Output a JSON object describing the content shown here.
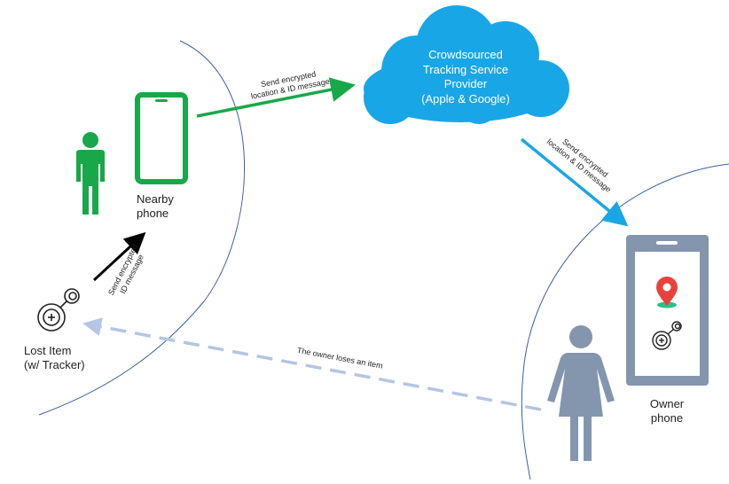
{
  "cloud": {
    "line1": "Crowdsourced",
    "line2": "Tracking Service",
    "line3": "Provider",
    "line4": "(Apple & Google)"
  },
  "nearby_phone": {
    "line1": "Nearby",
    "line2": "phone"
  },
  "lost_item": {
    "line1": "Lost Item",
    "line2": "(w/ Tracker)"
  },
  "owner_phone": {
    "line1": "Owner",
    "line2": "phone"
  },
  "arrows": {
    "item_to_phone": {
      "line1": "Send encrypted",
      "line2": "ID message"
    },
    "phone_to_cloud": {
      "line1": "Send encrypted",
      "line2": "location & ID message"
    },
    "cloud_to_owner": {
      "line1": "Send encrypted",
      "line2": "location & ID message"
    },
    "owner_loses": "The owner loses an item"
  },
  "colors": {
    "cloud": "#19a6e6",
    "nearby_green": "#18a84a",
    "owner_gray": "#8496ad",
    "arrow_black": "#000000",
    "arrow_blue": "#19a6e6",
    "dashed": "#b3c6e3",
    "boundary": "#3c5fa0",
    "pin_red": "#e8423c",
    "pin_base": "#2bbf8a"
  }
}
